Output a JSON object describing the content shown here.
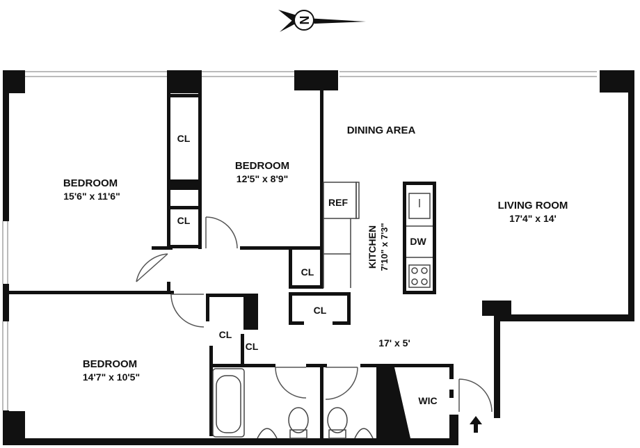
{
  "compass": {
    "letter": "N",
    "icon": "compass-north-arrow-icon"
  },
  "rooms": {
    "bedroom_large": {
      "name": "BEDROOM",
      "size": "15'6\" x 11'6\""
    },
    "bedroom_middle": {
      "name": "BEDROOM",
      "size": "12'5\" x 8'9\""
    },
    "bedroom_lower": {
      "name": "BEDROOM",
      "size": "14'7\" x 10'5\""
    },
    "dining": {
      "name": "DINING AREA"
    },
    "living": {
      "name": "LIVING ROOM",
      "size": "17'4\" x 14'"
    },
    "kitchen": {
      "name": "KITCHEN",
      "size": "7'10\" x 7'3\""
    },
    "foyer": {
      "size": "17' x 5'"
    },
    "wic": {
      "name": "WIC"
    }
  },
  "closets": {
    "label": "CL"
  },
  "fixtures": {
    "ref": "REF",
    "dw": "DW"
  },
  "entry": {
    "icon": "entry-arrow-icon"
  },
  "colors": {
    "wall": "#111111",
    "window": "#bbbbbb",
    "fixture": "#444444"
  }
}
